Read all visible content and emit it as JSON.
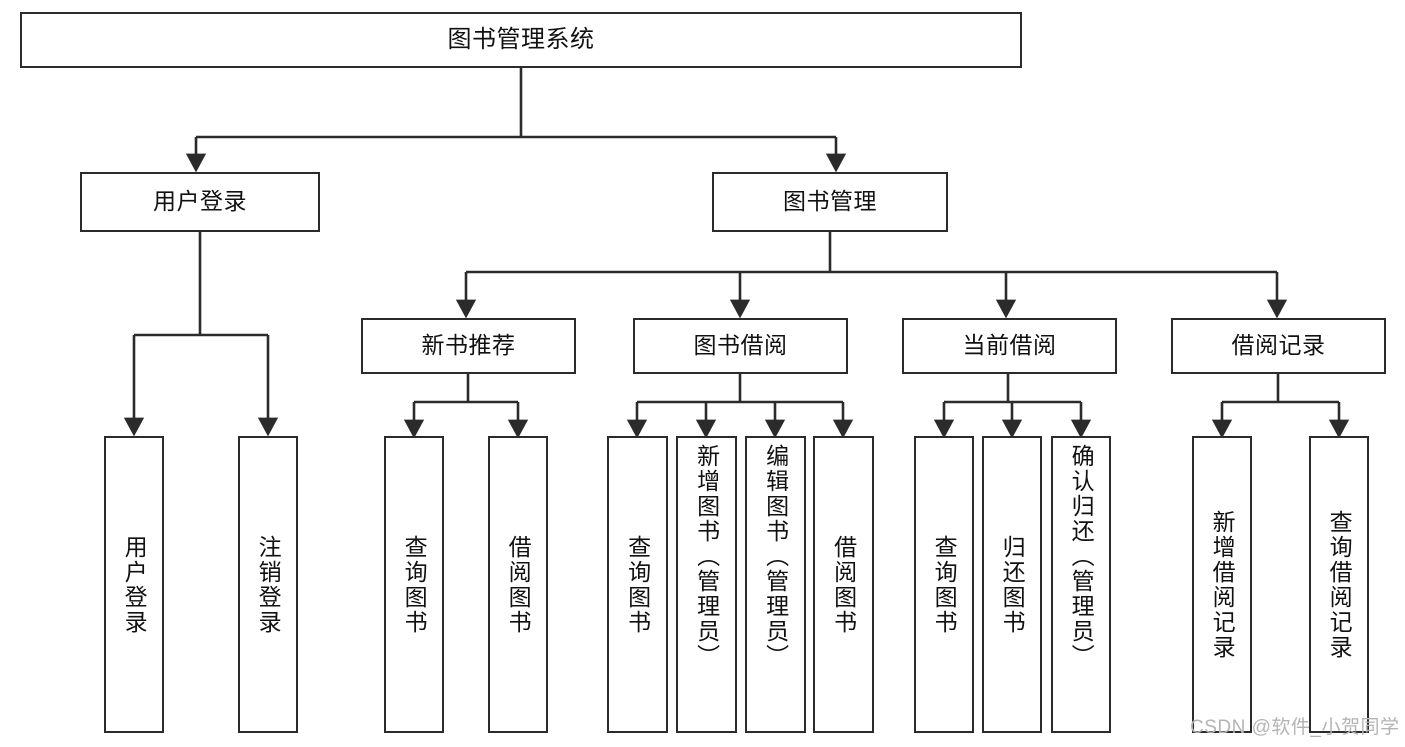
{
  "diagram": {
    "title": "图书管理系统",
    "type": "tree-hierarchy",
    "watermark": "CSDN @软件_小贺同学",
    "colors": {
      "box_border": "#2b2b2b",
      "box_fill": "#ffffff",
      "connector": "#2b2b2b",
      "text": "#111111",
      "watermark": "#b4b4b4",
      "background": "#ffffff"
    },
    "nodes": {
      "root": {
        "label": "图书管理系统"
      },
      "level1": [
        {
          "id": "user-login",
          "label": "用户登录"
        },
        {
          "id": "book-manage",
          "label": "图书管理"
        }
      ],
      "level2": [
        {
          "id": "new-book-recommend",
          "label": "新书推荐"
        },
        {
          "id": "book-borrow",
          "label": "图书借阅"
        },
        {
          "id": "current-borrow",
          "label": "当前借阅"
        },
        {
          "id": "borrow-record",
          "label": "借阅记录"
        }
      ],
      "leaves": {
        "user_login": [
          {
            "id": "leaf-user-login",
            "label": "用户登录"
          },
          {
            "id": "leaf-user-logout",
            "label": "注销登录"
          }
        ],
        "new_book_recommend": [
          {
            "id": "leaf-query-book-1",
            "label": "查询图书"
          },
          {
            "id": "leaf-borrow-book-1",
            "label": "借阅图书"
          }
        ],
        "book_borrow": [
          {
            "id": "leaf-query-book-2",
            "label": "查询图书"
          },
          {
            "id": "leaf-add-book",
            "label": "新增图书（管理员）"
          },
          {
            "id": "leaf-edit-book",
            "label": "编辑图书（管理员）"
          },
          {
            "id": "leaf-borrow-book-2",
            "label": "借阅图书"
          }
        ],
        "current_borrow": [
          {
            "id": "leaf-query-book-3",
            "label": "查询图书"
          },
          {
            "id": "leaf-return-book",
            "label": "归还图书"
          },
          {
            "id": "leaf-confirm-return",
            "label": "确认归还（管理员）"
          }
        ],
        "borrow_record": [
          {
            "id": "leaf-add-record",
            "label": "新增借阅记录"
          },
          {
            "id": "leaf-query-record",
            "label": "查询借阅记录"
          }
        ]
      }
    }
  }
}
